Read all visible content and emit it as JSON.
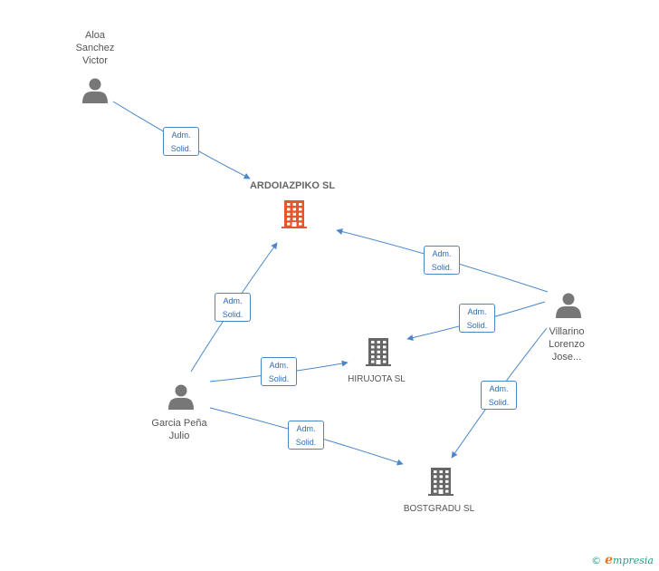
{
  "colors": {
    "edge": "#4a86c8",
    "main_company": "#e8542c",
    "company": "#666666",
    "person": "#777777"
  },
  "people": [
    {
      "id": "aloa",
      "name": "Aloa\nSanchez\nVictor",
      "icon": "person-icon"
    },
    {
      "id": "garcia",
      "name": "Garcia Peña\nJulio",
      "icon": "person-icon"
    },
    {
      "id": "villarino",
      "name": "Villarino\nLorenzo\nJose...",
      "icon": "person-icon"
    }
  ],
  "companies": [
    {
      "id": "ardoiazpiko",
      "name": "ARDOIAZPIKO SL",
      "main": true,
      "icon": "building-icon"
    },
    {
      "id": "hirujota",
      "name": "HIRUJOTA SL",
      "main": false,
      "icon": "building-icon"
    },
    {
      "id": "bostgradu",
      "name": "BOSTGRADU SL",
      "main": false,
      "icon": "building-icon"
    }
  ],
  "relations": [
    {
      "from": "aloa",
      "to": "ardoiazpiko",
      "label": "Adm.\nSolid."
    },
    {
      "from": "garcia",
      "to": "ardoiazpiko",
      "label": "Adm.\nSolid."
    },
    {
      "from": "garcia",
      "to": "hirujota",
      "label": "Adm.\nSolid."
    },
    {
      "from": "garcia",
      "to": "bostgradu",
      "label": "Adm.\nSolid."
    },
    {
      "from": "villarino",
      "to": "ardoiazpiko",
      "label": "Adm.\nSolid."
    },
    {
      "from": "villarino",
      "to": "hirujota",
      "label": "Adm.\nSolid."
    },
    {
      "from": "villarino",
      "to": "bostgradu",
      "label": "Adm.\nSolid."
    }
  ],
  "brand": {
    "copyright": "©",
    "name": "mpresia",
    "initial": "e"
  }
}
